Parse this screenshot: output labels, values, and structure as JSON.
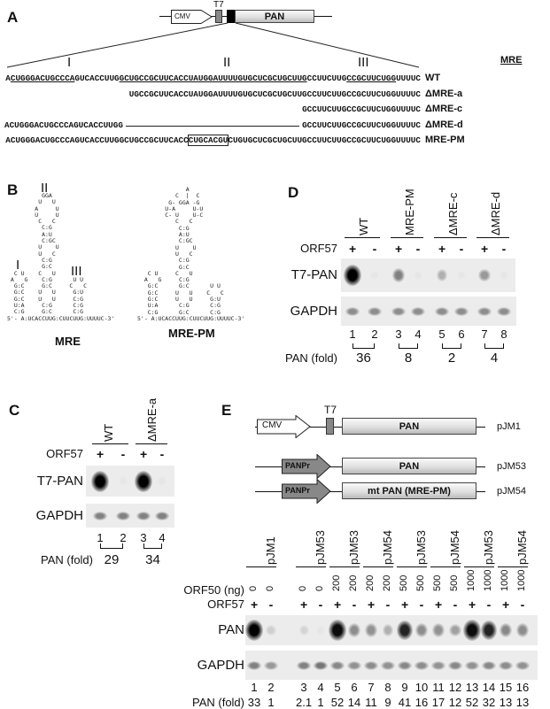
{
  "panelA": {
    "label": "A",
    "construct": {
      "cmv": "CMV",
      "t7": "T7",
      "pan": "PAN"
    },
    "roman": [
      "I",
      "II",
      "III"
    ],
    "mre_header": "MRE",
    "rows": [
      {
        "name": "WT",
        "segments": [
          {
            "t": "A"
          },
          {
            "t": "CUGGGACUGCCCA",
            "u": true
          },
          {
            "t": "GUCACCUUG"
          },
          {
            "t": "GCUGCCGCUUCACCUAUGGAUUUUGUGCUCGCUGCUUG",
            "u": true
          },
          {
            "t": "CCUUCUUG"
          },
          {
            "t": "CCGCUUCUGG",
            "u": true
          },
          {
            "t": "UUUUC"
          }
        ]
      },
      {
        "name": "ΔMRE-a",
        "segments": [
          {
            "t": "UGCCGCUUCACCUAUGGAUUUUGUGCUCGCUGCUUGCCUUCUUGCCGCUUCUGGUUUUC"
          }
        ]
      },
      {
        "name": "ΔMRE-c",
        "segments": [
          {
            "t": "GCCUUCUUGCCGCUUCUGGUUUUC"
          }
        ]
      },
      {
        "name": "ΔMRE-d",
        "segments": [
          {
            "t": "ACUGGGACUGCCCAGUCACCUUGG"
          },
          {
            "t": "GCCUUCUUGCCGCUUCUGGUUUUC",
            "gap": true
          }
        ]
      },
      {
        "name": "MRE-PM",
        "segments": [
          {
            "t": "ACUGGGACUGCCCAGUCACCUUGGCUGCCGCUUCACC"
          },
          {
            "t": "CUGCACGU",
            "box": true
          },
          {
            "t": "CUGUGCUCGCUGCUUGCCUUCUUGCCGCUUCUGGUUUUC"
          }
        ]
      }
    ]
  },
  "panelB": {
    "label": "B",
    "mre_title": "MRE",
    "mrepm_title": "MRE-PM",
    "roman": [
      "I",
      "II",
      "III"
    ],
    "mre_structure": "          GGA\n         U   U\n        A     U\n        U     U\n         C   C\n          C:G\n          A:U\n          C:GC\n         U    U\n         U   C\n          C:G\n          G:C\n  C U    C   U\n A   G    C:G      U U\n  G:C     G:C     C   C\n  G:C    U   U     G:U\n  G:C    U   U     C:G\n  U:A     C:G      C:G\n  C:G     G:C      C:G\n5'- A:UCACCUUG:CUUCUUG:UUUUC-3'",
    "mrepm_structure": "              A\n           C  |  C\n         G- GGA -G\n        U-A     U-U\n        C- U    U-C\n           C   C\n            C:G\n            A:U\n            C:GC\n           U    U\n           U   C\n            C:G\n            G:C\n   C U     C   U\n  A   G     C:G\n   G:C      G:C      U U\n   G:C     U   U    C   C\n   G:C     U   U     G:U\n   U:A      C:G      C:G\n   C:G      G:C      C:G\n5'- A:UCACCUUG:CUUCUUG:UUUUC-3'"
  },
  "panelC": {
    "label": "C",
    "headers": [
      "WT",
      "ΔMRE-a"
    ],
    "orf57_label": "ORF57",
    "orf57": [
      "+",
      "-",
      "+",
      "-"
    ],
    "blot_label": "T7-PAN",
    "gapdh_label": "GAPDH",
    "lanes": [
      "1",
      "2",
      "3",
      "4"
    ],
    "fold_label": "PAN (fold)",
    "folds": [
      "29",
      "34"
    ],
    "band_intensity": [
      1.0,
      0.02,
      1.0,
      0.02
    ],
    "gapdh_intensity": [
      0.45,
      0.45,
      0.45,
      0.45
    ]
  },
  "panelD": {
    "label": "D",
    "headers": [
      "WT",
      "MRE-PM",
      "ΔMRE-c",
      "ΔMRE-d"
    ],
    "orf57_label": "ORF57",
    "orf57": [
      "+",
      "-",
      "+",
      "-",
      "+",
      "-",
      "+",
      "-"
    ],
    "blot_label": "T7-PAN",
    "gapdh_label": "GAPDH",
    "lanes": [
      "1",
      "2",
      "3",
      "4",
      "5",
      "6",
      "7",
      "8"
    ],
    "fold_label": "PAN (fold)",
    "folds": [
      "36",
      "8",
      "2",
      "4"
    ],
    "band_intensity": [
      1.0,
      0.02,
      0.45,
      0.02,
      0.25,
      0.02,
      0.35,
      0.02
    ],
    "gapdh_intensity": [
      0.4,
      0.4,
      0.4,
      0.4,
      0.4,
      0.4,
      0.4,
      0.4
    ]
  },
  "panelE": {
    "label": "E",
    "constructs": [
      {
        "promoter": "CMV",
        "t7": "T7",
        "gene": "PAN",
        "name": "pJM1"
      },
      {
        "promoter": "PANPr",
        "gene": "PAN",
        "name": "pJM53"
      },
      {
        "promoter": "PANPr",
        "gene": "mt PAN (MRE-PM)",
        "name": "pJM54"
      }
    ],
    "headers": [
      "pJM1",
      "pJM53",
      "pJM53",
      "pJM54",
      "pJM53",
      "pJM54",
      "pJM53",
      "pJM54"
    ],
    "orf50_label": "ORF50 (ng)",
    "orf50": [
      "0",
      "0",
      "0",
      "0",
      "200",
      "200",
      "200",
      "200",
      "500",
      "500",
      "500",
      "500",
      "1000",
      "1000",
      "1000",
      "1000"
    ],
    "orf57_label": "ORF57",
    "orf57": [
      "+",
      "-",
      "+",
      "-",
      "+",
      "-",
      "+",
      "-",
      "+",
      "-",
      "+",
      "-",
      "+",
      "-",
      "+",
      "-"
    ],
    "blot_label": "PAN",
    "gapdh_label": "GAPDH",
    "lanes": [
      "1",
      "2",
      "3",
      "4",
      "5",
      "6",
      "7",
      "8",
      "9",
      "10",
      "11",
      "12",
      "13",
      "14",
      "15",
      "16"
    ],
    "fold_label": "PAN (fold)",
    "folds": [
      "33",
      "1",
      "2.1",
      "1",
      "52",
      "14",
      "11",
      "9",
      "41",
      "16",
      "17",
      "12",
      "52",
      "32",
      "13",
      "13"
    ],
    "band_intensity": [
      1.0,
      0.12,
      0.1,
      0.02,
      0.95,
      0.4,
      0.38,
      0.25,
      0.85,
      0.4,
      0.38,
      0.32,
      0.95,
      0.85,
      0.42,
      0.4
    ],
    "gapdh_intensity": [
      0.45,
      0.35,
      0.45,
      0.5,
      0.42,
      0.38,
      0.4,
      0.38,
      0.42,
      0.4,
      0.38,
      0.42,
      0.38,
      0.42,
      0.4,
      0.38
    ]
  }
}
